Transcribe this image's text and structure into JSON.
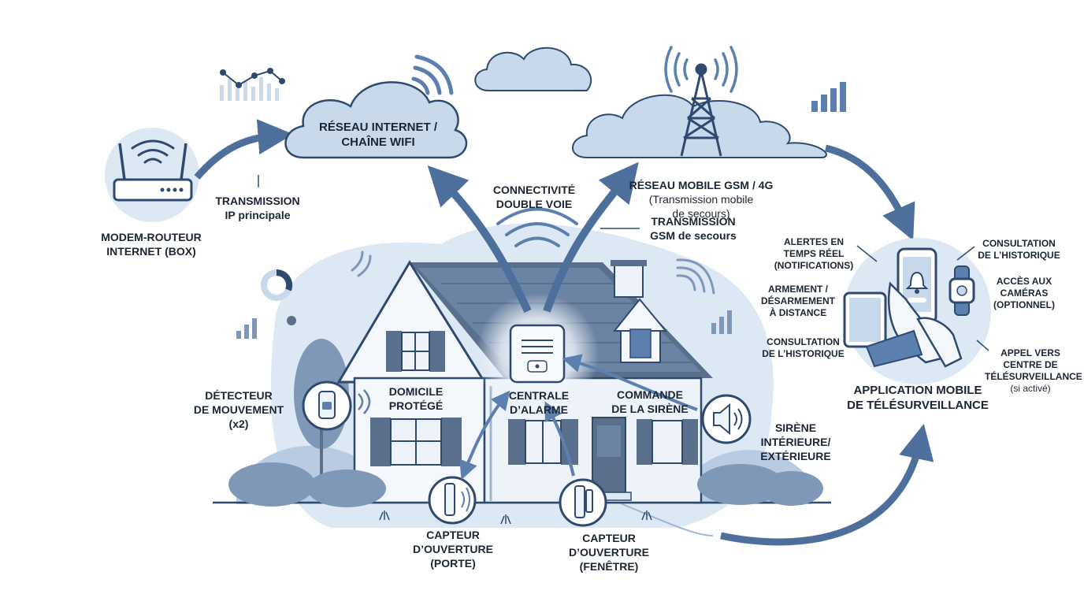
{
  "labels": {
    "modem": "MODEM-ROUTEUR\nINTERNET (BOX)",
    "transmission_ip": "TRANSMISSION\nIP principale",
    "internet_cloud": "RÉSEAU INTERNET /\nCHAÎNE WIFI",
    "connectivity": "CONNECTIVITÉ\nDOUBLE VOIE",
    "gsm_network": "RÉSEAU MOBILE GSM / 4G",
    "gsm_network_sub": "(Transmission mobile\nde secours)",
    "transmission_gsm": "TRANSMISSION\nGSM de secours",
    "home": "DOMICILE\nPROTÉGÉ",
    "central": "CENTRALE\nD’ALARME",
    "siren_command": "COMMANDE\nDE LA SIRÈNE",
    "siren": "SIRÈNE\nINTÉRIEURE/\nEXTÉRIEURE",
    "motion": "DÉTECTEUR\nDE MOUVEMENT\n(x2)",
    "sensor_door": "CAPTEUR\nD’OUVERTURE\n(PORTE)",
    "sensor_window": "CAPTEUR\nD’OUVERTURE\n(FENÊTRE)",
    "app": "APPLICATION MOBILE\nDE TÉLÉSURVEILLANCE",
    "alerts": "ALERTES EN\nTEMPS RÉEL\n(NOTIFICATIONS)",
    "history_top": "CONSULTATION\nDE L’HISTORIQUE",
    "arming": "ARMEMENT /\nDÉSARMEMENT\nÀ DISTANCE",
    "cameras": "ACCÈS AUX\nCAMÉRAS\n(OPTIONNEL)",
    "history_left": "CONSULTATION\nDE L’HISTORIQUE",
    "call_center": "APPEL VERS\nCENTRE DE\nTÉLÉSURVEILLANCE",
    "call_center_sub": "(si activé)"
  },
  "colors": {
    "navy": "#2f4a6e",
    "mid_blue": "#5b7fae",
    "light_blue": "#c9d9ec",
    "pale_blue": "#e3ecf7",
    "roof": "#5a6f8c",
    "arrow": "#4d6f9c"
  },
  "icons": [
    "router-icon",
    "wifi-icon",
    "cloud-icon",
    "antenna-tower-icon",
    "house-icon",
    "alarm-panel-icon",
    "motion-detector-icon",
    "door-sensor-icon",
    "window-sensor-icon",
    "siren-speaker-icon",
    "smartphone-icon",
    "tablet-icon",
    "smartwatch-icon",
    "bell-icon",
    "bar-chart-icon",
    "line-chart-icon",
    "donut-chart-icon"
  ]
}
